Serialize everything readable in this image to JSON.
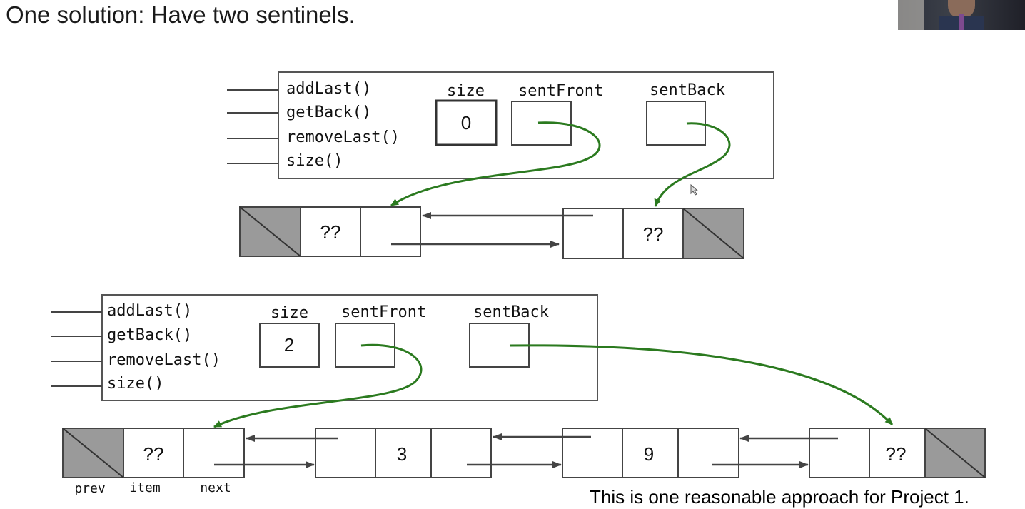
{
  "slide": {
    "title": "One solution: Have two sentinels.",
    "footer": "This is one reasonable approach for Project 1."
  },
  "colors": {
    "pointer": "#2b7a1f",
    "sentinel_fill": "#9a9a9a",
    "box_stroke": "#444444"
  },
  "top_diagram": {
    "methods": [
      "addLast()",
      "getBack()",
      "removeLast()",
      "size()"
    ],
    "field_labels": {
      "size": "size",
      "front": "sentFront",
      "back": "sentBack"
    },
    "size_value": "0",
    "front_sentinel_item": "??",
    "back_sentinel_item": "??"
  },
  "bottom_diagram": {
    "methods": [
      "addLast()",
      "getBack()",
      "removeLast()",
      "size()"
    ],
    "field_labels": {
      "size": "size",
      "front": "sentFront",
      "back": "sentBack"
    },
    "size_value": "2",
    "front_sentinel_item": "??",
    "node_items": [
      "3",
      "9"
    ],
    "back_sentinel_item": "??",
    "node_field_labels": {
      "prev": "prev",
      "item": "item",
      "next": "next"
    }
  }
}
